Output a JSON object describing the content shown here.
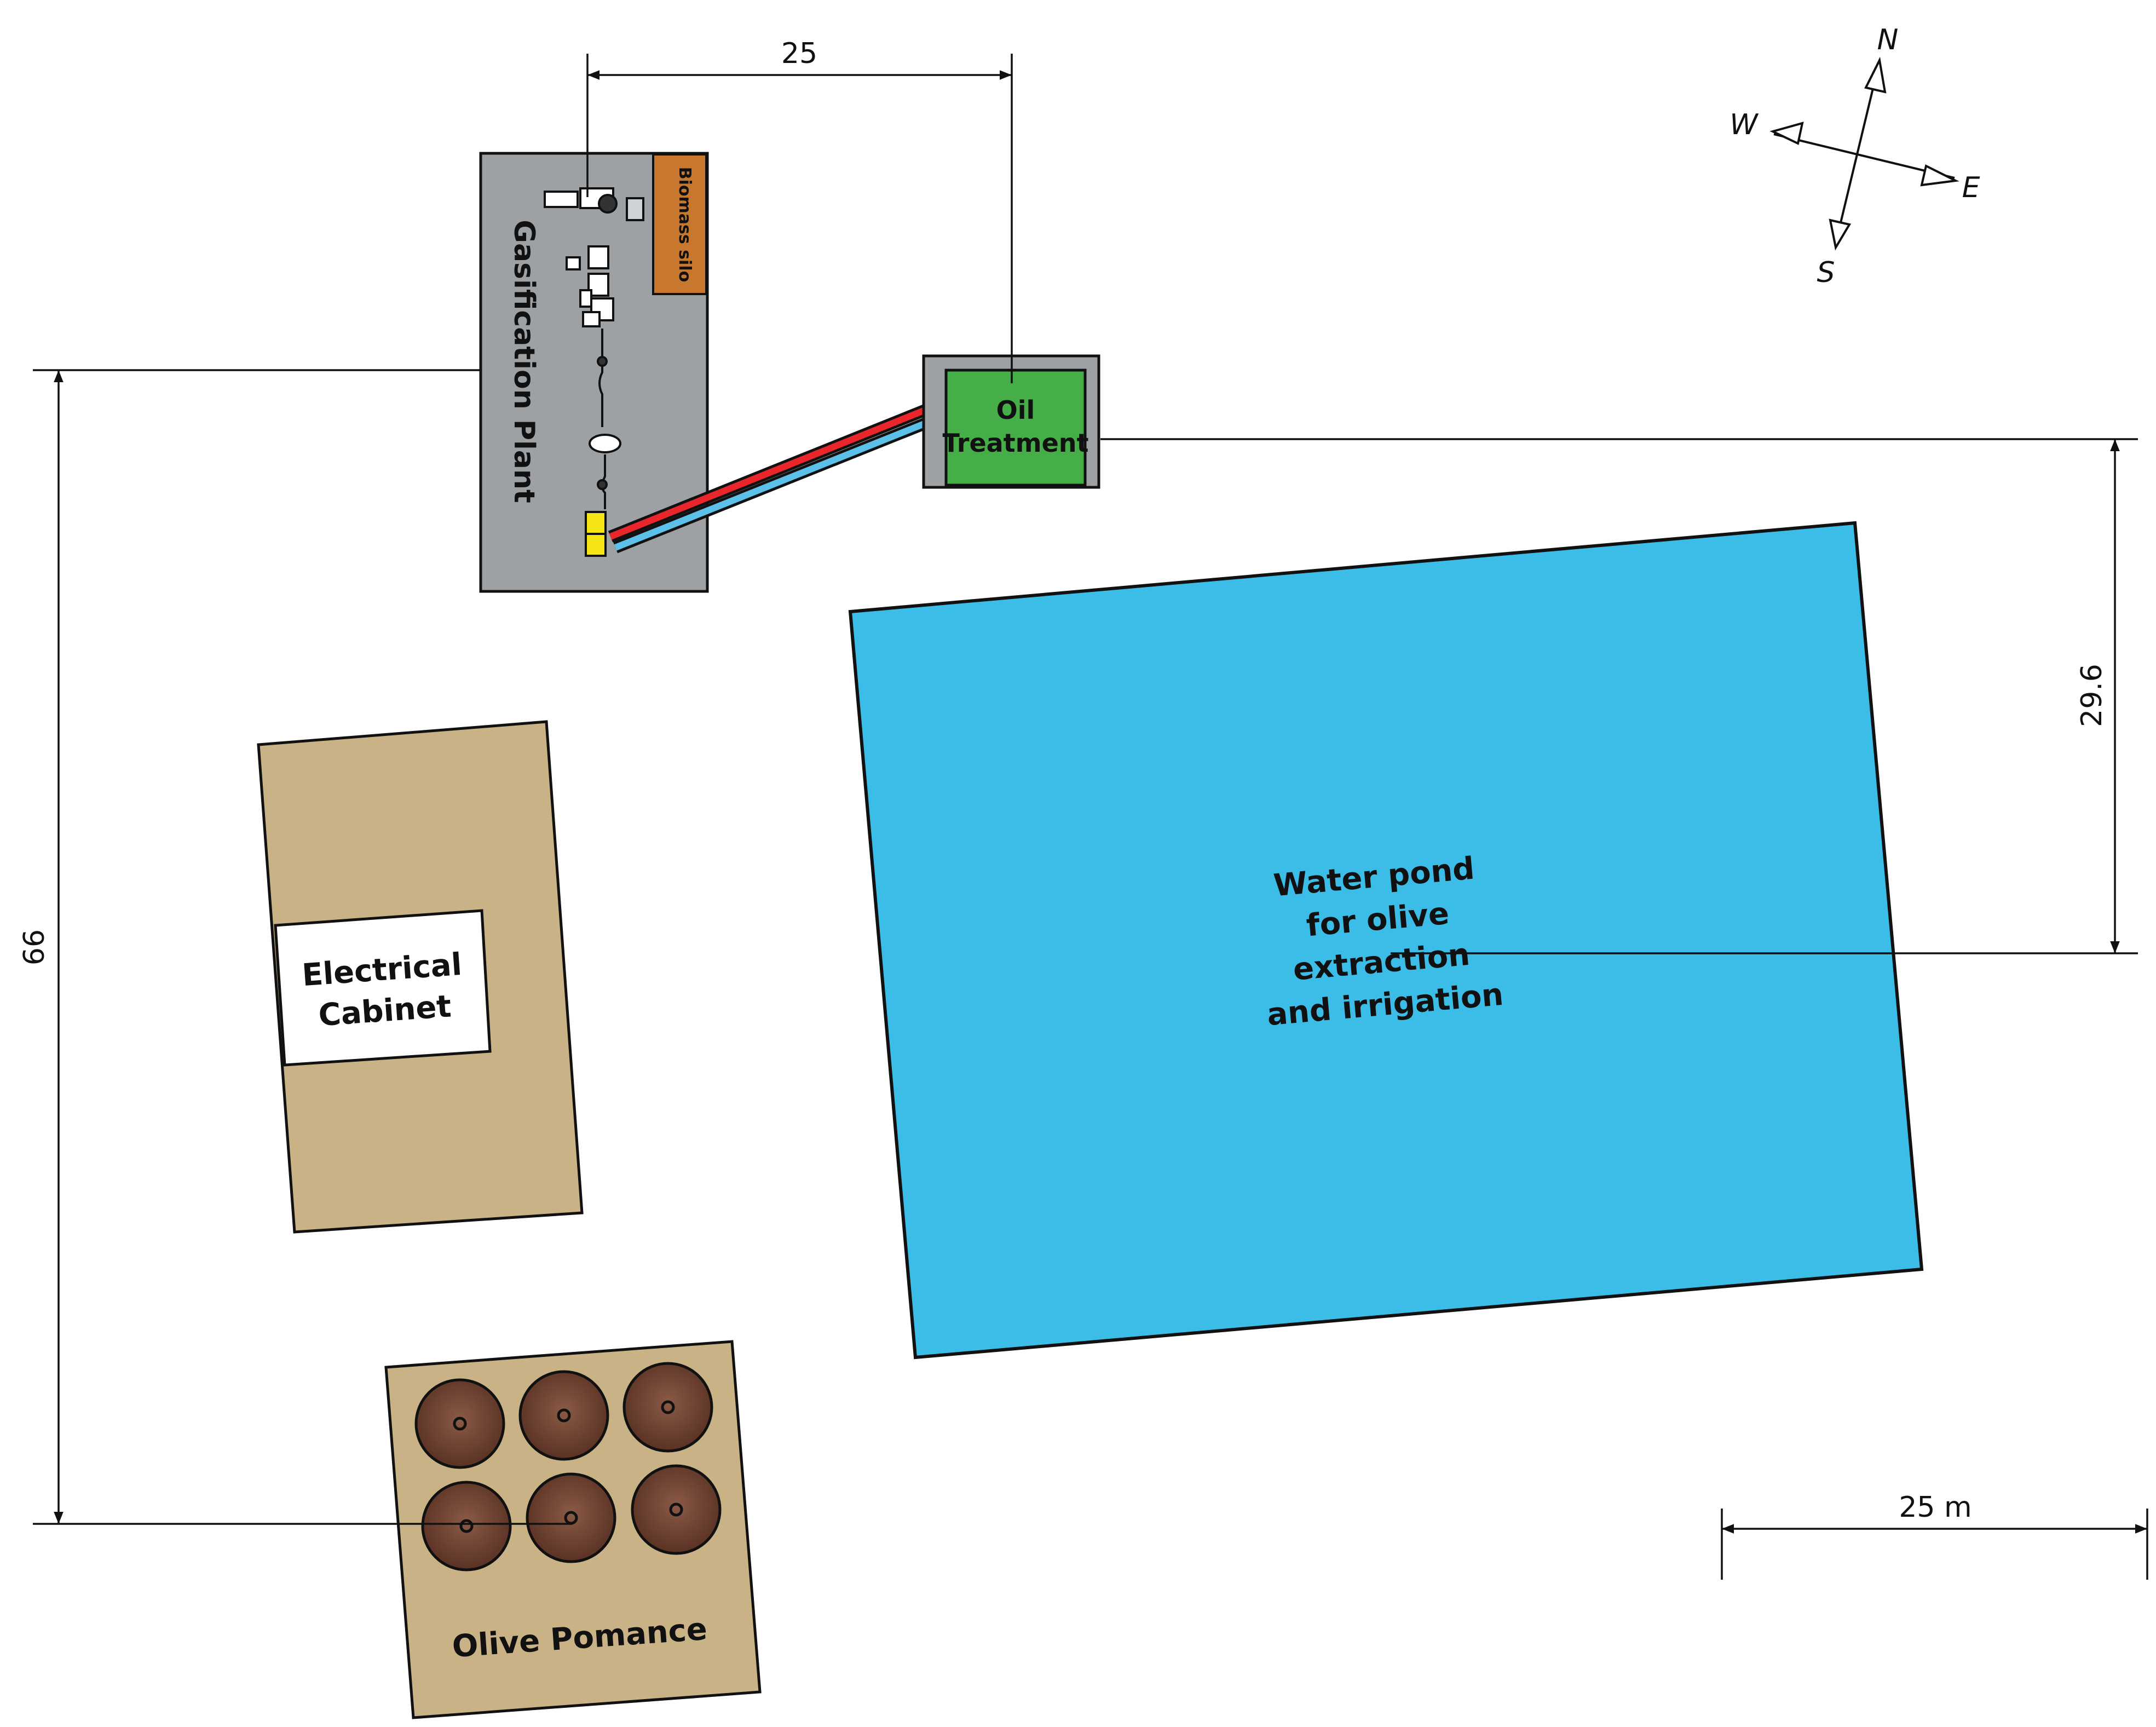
{
  "labels": {
    "gasification_plant": "Gasification Plant",
    "biomass_silo": "Biomass silo",
    "oil_treatment_line1": "Oil",
    "oil_treatment_line2": "Treatment",
    "water_pond_line1": "Water pond",
    "water_pond_line2": "for olive",
    "water_pond_line3": "extraction",
    "water_pond_line4": "and irrigation",
    "electrical_cabinet_line1": "Electrical",
    "electrical_cabinet_line2": "Cabinet",
    "olive_pomance": "Olive Pomance"
  },
  "dimensions": {
    "top_width": "25",
    "left_height": "66",
    "right_height": "29.6",
    "scale_bar": "25 m"
  },
  "compass": {
    "north": "N",
    "south": "S",
    "east": "E",
    "west": "W"
  },
  "colors": {
    "plant": "#9ea1a4",
    "silo": "#c8782e",
    "oil": "#45ae48",
    "pond": "#3cbde8",
    "ground_pad": "#c9b285",
    "tank": "#6b3e2d",
    "pipe_hot": "#e8262b",
    "pipe_cold": "#5cc0e8",
    "reactor": "#f5e516"
  }
}
